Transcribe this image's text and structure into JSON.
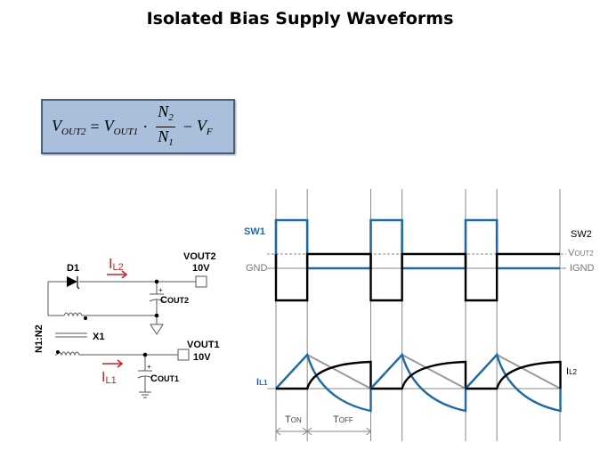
{
  "title": "Isolated Bias Supply Waveforms",
  "formula": {
    "lhs": "V",
    "lhs_sub": "OUT2",
    "eq": "=",
    "v1": "V",
    "v1_sub": "OUT1",
    "dot": "·",
    "num": "N",
    "num_sub": "2",
    "den": "N",
    "den_sub": "1",
    "minus": "−",
    "vf": "V",
    "vf_sub": "F"
  },
  "circuit": {
    "d1": "D1",
    "il2": "I",
    "il2_sub": "L2",
    "il1": "I",
    "il1_sub": "L1",
    "vout2": "VOUT2",
    "vout2_val": "10V",
    "vout1": "VOUT1",
    "vout1_val": "10V",
    "cout2": "C",
    "cout2_sub": "OUT2",
    "cout1": "C",
    "cout1_sub": "OUT1",
    "x1": "X1",
    "ratio": "N1:N2",
    "plus": "+"
  },
  "waveforms": {
    "sw1": "SW1",
    "sw2": "SW2",
    "gnd": "GND",
    "vout2": "V",
    "vout2_sub": "OUT2",
    "ignd": "IGND",
    "il1": "I",
    "il1_sub": "L1",
    "il2": "I",
    "il2_sub": "L2",
    "ton": "T",
    "ton_sub": "ON",
    "toff": "T",
    "toff_sub": "OFF",
    "cycles": 3,
    "duty_fraction": 0.33
  },
  "colors": {
    "blue": "#1f6aa5",
    "label_blue": "#1f6aa5",
    "red": "#c0272d",
    "grid": "#888888",
    "formula_bg": "#a9bfdc"
  }
}
